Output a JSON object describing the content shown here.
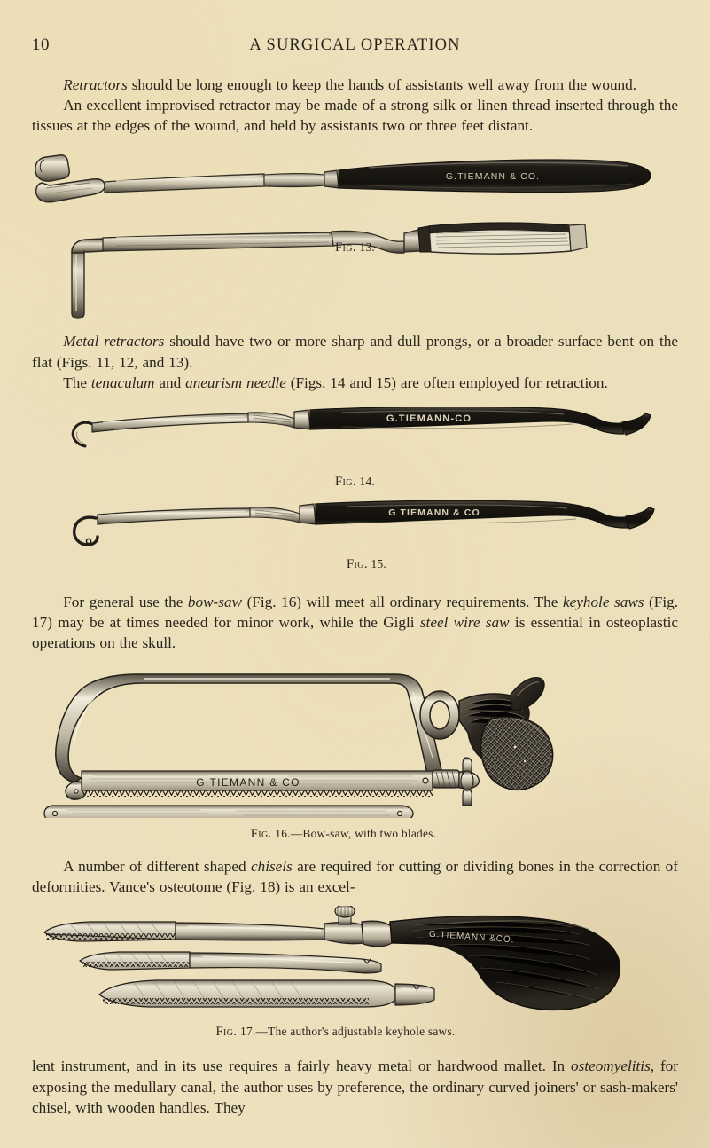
{
  "page": {
    "folio": "10",
    "running_title": "A SURGICAL OPERATION",
    "paper_color": "#ece0bd",
    "ink_color": "#29241c"
  },
  "paragraphs": {
    "p1_lead": "Retractors",
    "p1_rest": " should be long enough to keep the hands of assistants well away from the wound.",
    "p2": "An excellent improvised retractor may be made of a strong silk or linen thread inserted through the tissues at the edges of the wound, and held by assistants two or three feet distant.",
    "p3_lead": "Metal retractors",
    "p3_rest": " should have two or more sharp and dull prongs, or a broader surface bent on the flat (Figs. 11, 12, and 13).",
    "p4_a": "The ",
    "p4_em1": "tenaculum",
    "p4_b": " and ",
    "p4_em2": "aneurism needle",
    "p4_c": " (Figs. 14 and 15) are often employed for retraction.",
    "p5_a": "For general use the ",
    "p5_em1": "bow-saw",
    "p5_b": " (Fig. 16) will meet all ordinary requirements. The ",
    "p5_em2": "keyhole saws",
    "p5_c": " (Fig. 17) may be at times needed for minor work, while the Gigli ",
    "p5_em3": "steel wire saw",
    "p5_d": " is essential in osteoplastic operations on the skull.",
    "p6_a": "A number of different shaped ",
    "p6_em1": "chisels",
    "p6_b": " are required for cutting or dividing bones in the correction of deformities. Vance's osteotome (Fig. 18) is an excel-",
    "p7_a": "lent instrument, and in its use requires a fairly heavy metal or hardwood mallet. In ",
    "p7_em1": "osteomyelitis",
    "p7_b": ", for exposing the medullary canal, the author uses by preference, the ordinary curved joiners' or sash-makers' chisel, with wooden handles. They"
  },
  "figures": {
    "fig13": {
      "caption_label": "Fig.",
      "caption_number": "13.",
      "engraving_text": "G.TIEMANN & CO.",
      "subject": "double-ended flat retractor and bent metal retractor"
    },
    "fig14": {
      "caption_label": "Fig.",
      "caption_number": "14.",
      "engraving_text": "G.TIEMANN-CO",
      "subject": "tenaculum"
    },
    "fig15": {
      "caption_label": "Fig.",
      "caption_number": "15.",
      "engraving_text": "G TIEMANN & CO",
      "subject": "aneurism needle"
    },
    "fig16": {
      "caption_label": "Fig.",
      "caption_number": "16.",
      "caption_rest": "—Bow-saw, with two blades.",
      "engraving_text": "G.TIEMANN & CO",
      "subject": "bow-saw with frame, pistol grip and spare blade"
    },
    "fig17": {
      "caption_label": "Fig.",
      "caption_number": "17.",
      "caption_rest": "—The author's adjustable keyhole saws.",
      "engraving_text": "G.TIEMANN &CO.",
      "subject": "adjustable keyhole saw handle with three interchangeable blades"
    }
  }
}
